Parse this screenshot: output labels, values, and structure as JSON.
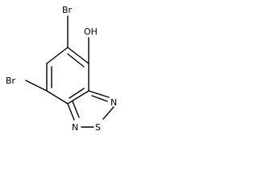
{
  "atoms": {
    "br_top": "Br",
    "oh": "OH",
    "br_left": "Br",
    "n_top": "N",
    "s": "S",
    "n_bottom": "N"
  },
  "colors": {
    "bond": "#000000",
    "label": "#000000",
    "background": "#ffffff"
  }
}
